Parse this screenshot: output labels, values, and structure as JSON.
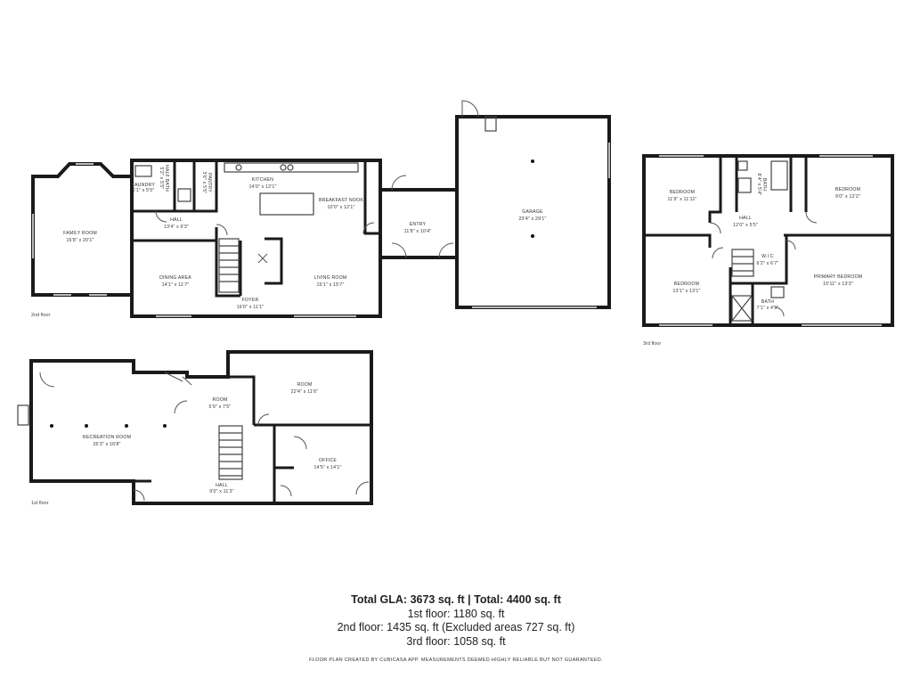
{
  "floors": {
    "second": {
      "label": "2nd floor",
      "rooms": {
        "family_room": {
          "name": "FAMILY ROOM",
          "size": "15'8\" x 20'1\""
        },
        "laundry": {
          "name": "LAUNDRY",
          "size": "5'1\" x 5'5\""
        },
        "half_bath": {
          "name": "HALF BATH",
          "size": "5'2\" x 5'5\""
        },
        "pantry": {
          "name": "PANTRY",
          "size": "3'6\" x 5'5\""
        },
        "hall": {
          "name": "HALL",
          "size": "13'4\" x 6'3\""
        },
        "kitchen": {
          "name": "KITCHEN",
          "size": "14'0\" x 12'1\""
        },
        "breakfast_nook": {
          "name": "BREAKFAST NOOK",
          "size": "10'0\" x 12'1\""
        },
        "dining_area": {
          "name": "DINING AREA",
          "size": "14'1\" x 11'7\""
        },
        "living_room": {
          "name": "LIVING ROOM",
          "size": "15'1\" x 15'7\""
        },
        "foyer": {
          "name": "FOYER",
          "size": "16'0\" x 11'1\""
        },
        "entry": {
          "name": "ENTRY",
          "size": "11'8\" x 10'4\""
        },
        "garage": {
          "name": "GARAGE",
          "size": "23'4\" x 29'1\""
        }
      }
    },
    "third": {
      "label": "3rd floor",
      "rooms": {
        "bedroom_a": {
          "name": "BEDROOM",
          "size": "11'9\" x 11'11\""
        },
        "bath_top": {
          "name": "BATH",
          "size": "8'4\" x 5'4\""
        },
        "bedroom_b": {
          "name": "BEDROOM",
          "size": "9'0\" x 12'2\""
        },
        "hall": {
          "name": "HALL",
          "size": "12'0\" x 5'5\""
        },
        "bedroom_c": {
          "name": "BEDROOM",
          "size": "13'1\" x 13'1\""
        },
        "wic": {
          "name": "W.I.C",
          "size": "6'2\" x 6'7\""
        },
        "primary_bedroom": {
          "name": "PRIMARY BEDROOM",
          "size": "15'11\" x 13'3\""
        },
        "bath": {
          "name": "BATH",
          "size": "7'1\" x 4'9\""
        }
      }
    },
    "first": {
      "label": "1st floor",
      "rooms": {
        "recreation_room": {
          "name": "RECREATION ROOM",
          "size": "26'3\" x 16'8\""
        },
        "room_small": {
          "name": "ROOM",
          "size": "5'9\" x 7'5\""
        },
        "room_large": {
          "name": "ROOM",
          "size": "22'4\" x 11'6\""
        },
        "office": {
          "name": "OFFICE",
          "size": "14'5\" x 14'1\""
        },
        "hall": {
          "name": "HALL",
          "size": "9'0\" x 11'3\""
        }
      }
    }
  },
  "totals": {
    "main": "Total GLA: 3673 sq. ft | Total: 4400 sq. ft",
    "first": "1st floor: 1180 sq. ft",
    "second": "2nd floor: 1435 sq. ft (Excluded areas 727 sq. ft)",
    "third": "3rd floor: 1058 sq. ft"
  },
  "disclaimer": "FLOOR PLAN CREATED BY CUBICASA APP. MEASUREMENTS DEEMED HIGHLY RELIABLE BUT NOT GUARANTEED."
}
